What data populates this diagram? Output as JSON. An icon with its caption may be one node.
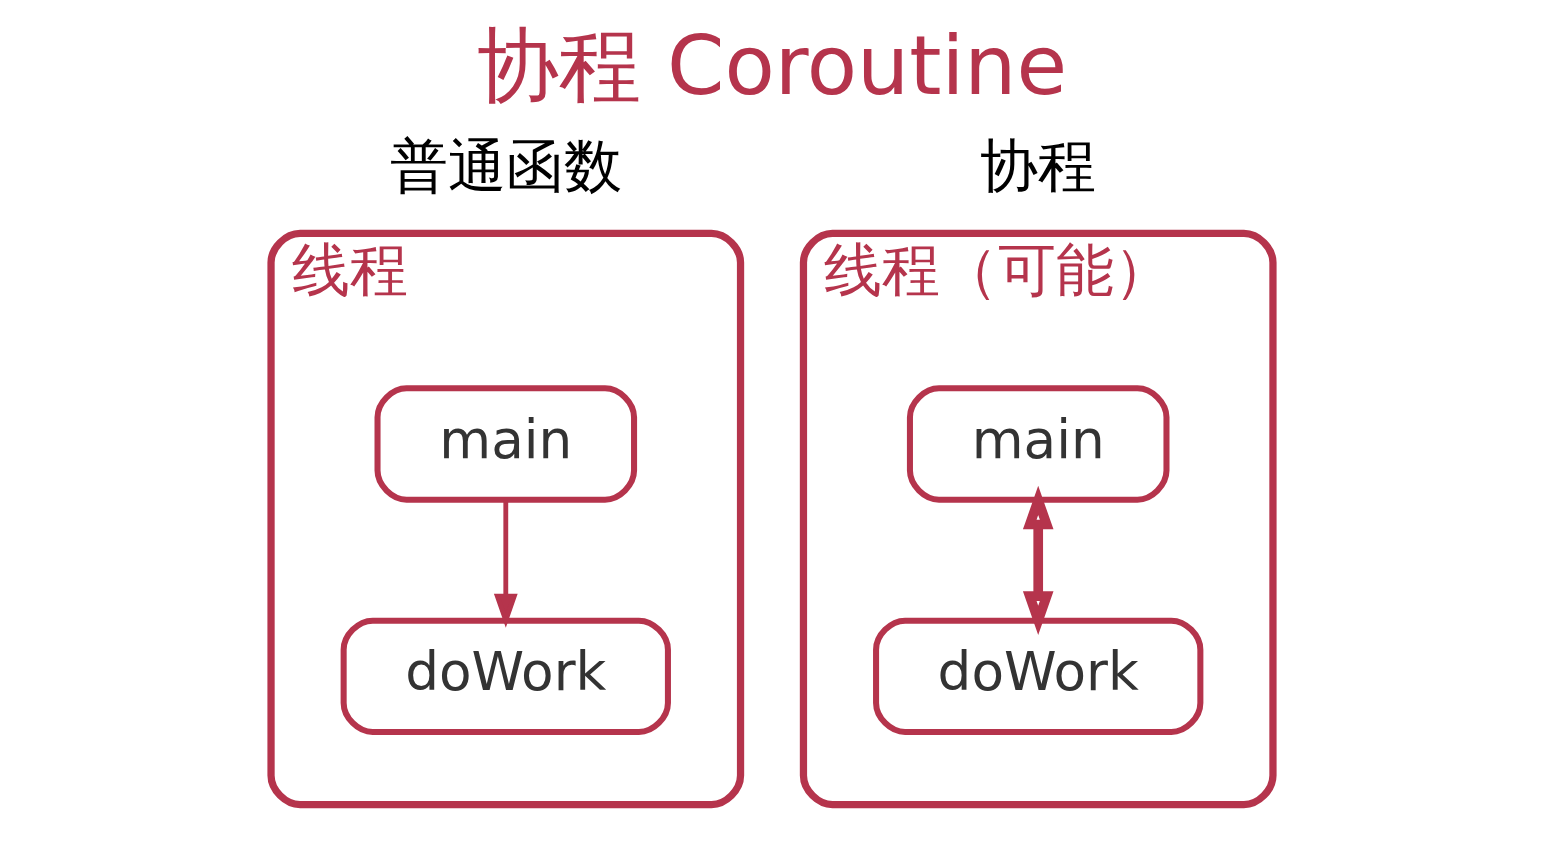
{
  "diagram": {
    "title": "协程 Coroutine",
    "nodes": [
      {
        "text": [
          "线程"
        ]
      },
      {
        "text": [
          "main"
        ],
        "in": 0
      },
      {
        "text": [
          "doWork"
        ],
        "in": 0
      },
      {
        "text": [
          "线程（可能）"
        ]
      },
      {
        "text": [
          "main"
        ],
        "in": 3
      },
      {
        "text": [
          "doWork"
        ],
        "in": 3
      }
    ],
    "edges": [
      {
        "from": 1,
        "to": 2,
        "arrow": "to"
      },
      {
        "from": 4,
        "to": 5,
        "arrow": "both",
        "style": "thick"
      }
    ],
    "labels": [
      "普通函数",
      "协程"
    ]
  }
}
